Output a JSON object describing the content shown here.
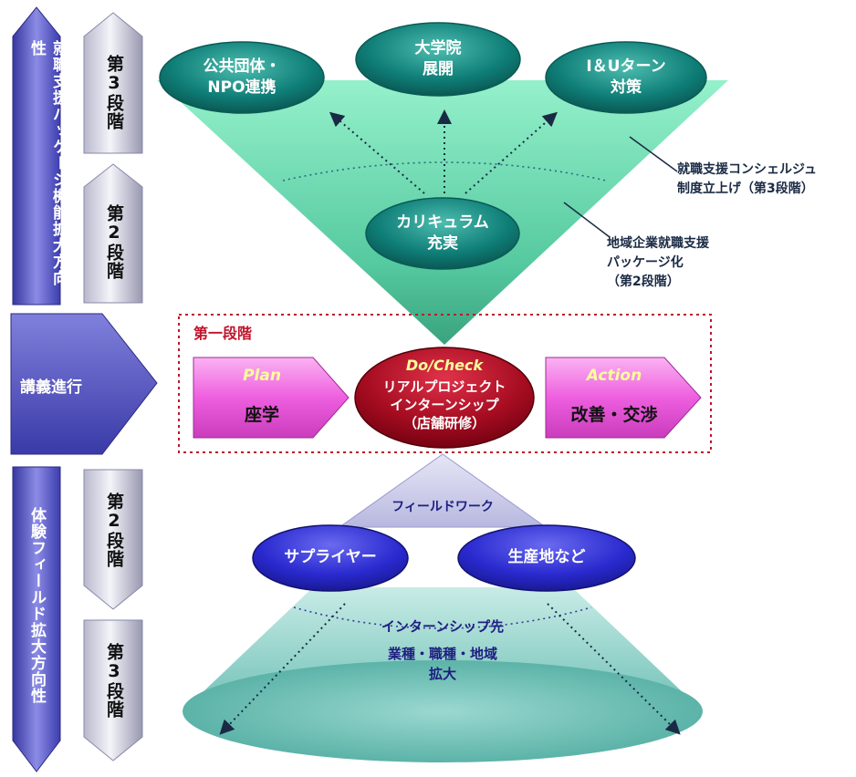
{
  "left_bars": {
    "upper_bar_label": "就職支援パッケージ機能拡大方向性",
    "middle_arrow_label": "講義進行",
    "lower_bar_label": "体験フィールド拡大方向性",
    "stage_upper_3": "第3段階",
    "stage_upper_2": "第2段階",
    "stage_lower_2": "第2段階",
    "stage_lower_3": "第3段階"
  },
  "upper_cone": {
    "top_ovals": [
      "公共団体・\nNPO連携",
      "大学院\n展開",
      "I＆Uターン\n対策"
    ],
    "center_oval": "カリキュラム\n充実",
    "note_concierge": "就職支援コンシェルジュ\n制度立上げ（第3段階）",
    "note_package": "地域企業就職支援\nパッケージ化\n（第2段階）"
  },
  "phase_one": {
    "title": "第一段階",
    "plan": {
      "title": "Plan",
      "label": "座学"
    },
    "docheck": {
      "title": "Do/Check",
      "label": "リアルプロジェクト\nインターンシップ\n（店舗研修）"
    },
    "action": {
      "title": "Action",
      "label": "改善・交渉"
    }
  },
  "lower_cone": {
    "fieldwork": "フィールドワーク",
    "ovals": [
      "サプライヤー",
      "生産地など"
    ],
    "internship_title": "インターンシップ先",
    "internship_sub": "業種・職種・地域\n拡大"
  },
  "colors": {
    "cone_green": "#5fd8aa",
    "oval_teal": "#10807a",
    "pink": "#f06ae2",
    "crimson": "#a80c22",
    "blue_oval": "#2f2fd0",
    "purple_bar": "#4e4ec0",
    "dotted_red": "#c0142c"
  }
}
